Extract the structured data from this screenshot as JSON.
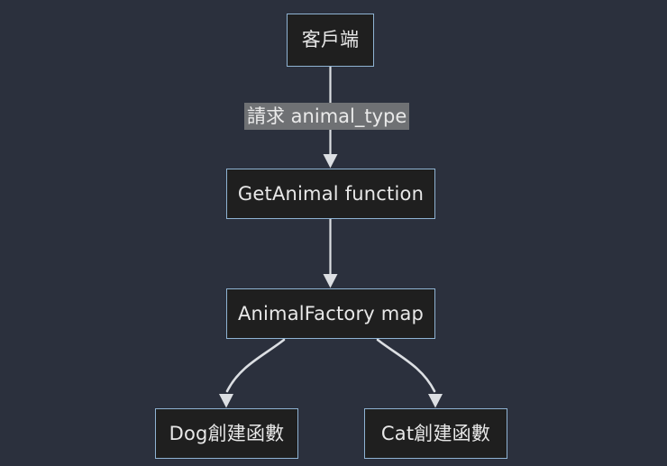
{
  "diagram": {
    "type": "flowchart",
    "direction": "top-to-bottom",
    "background_color": "#2b303d",
    "node_fill_color": "#1f1f1f",
    "node_border_color": "#8fb3d3",
    "node_text_color": "#e8e8e8",
    "edge_color": "#dcdfe3",
    "edge_label_background": "#6f7174",
    "nodes": [
      {
        "id": "client",
        "label": "客戶端"
      },
      {
        "id": "getanimal",
        "label": "GetAnimal function"
      },
      {
        "id": "factory",
        "label": "AnimalFactory map"
      },
      {
        "id": "dog",
        "label": "Dog創建函數"
      },
      {
        "id": "cat",
        "label": "Cat創建函數"
      }
    ],
    "edges": [
      {
        "from": "client",
        "to": "getanimal",
        "label": "請求 animal_type",
        "style": "straight-arrow"
      },
      {
        "from": "getanimal",
        "to": "factory",
        "label": "",
        "style": "straight-arrow"
      },
      {
        "from": "factory",
        "to": "dog",
        "label": "",
        "style": "curved-arrow"
      },
      {
        "from": "factory",
        "to": "cat",
        "label": "",
        "style": "curved-arrow"
      }
    ]
  }
}
